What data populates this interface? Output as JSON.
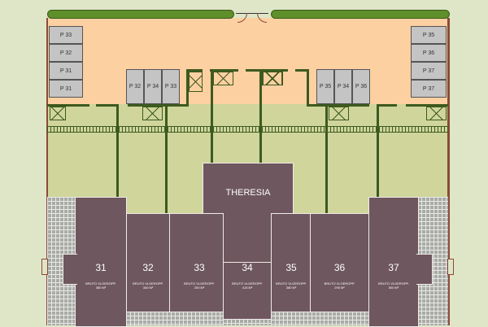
{
  "title": "THERESIA",
  "parking": {
    "left_column": [
      "P 33",
      "P 32",
      "P 31",
      "P 31"
    ],
    "middle_left": [
      "P 32",
      "P 34",
      "P 33"
    ],
    "middle_right": [
      "P 35",
      "P 34",
      "P 36"
    ],
    "right_column": [
      "P 35",
      "P 36",
      "P 37",
      "P 37"
    ]
  },
  "units": [
    {
      "number": "31",
      "label": "BRUTO VLOEROPP.",
      "area": "380 M²"
    },
    {
      "number": "32",
      "label": "BRUTO VLOEROPP.",
      "area": "340 M²"
    },
    {
      "number": "33",
      "label": "BRUTO VLOEROPP.",
      "area": "200 M²"
    },
    {
      "number": "34",
      "label": "BRUTO VLOEROPP.",
      "area": "415 M²"
    },
    {
      "number": "35",
      "label": "BRUTO VLOEROPP.",
      "area": "380 M²"
    },
    {
      "number": "36",
      "label": "BRUTO VLOEROPP.",
      "area": "290 M²"
    },
    {
      "number": "37",
      "label": "BRUTO VLOEROPP.",
      "area": "500 M²"
    }
  ]
}
